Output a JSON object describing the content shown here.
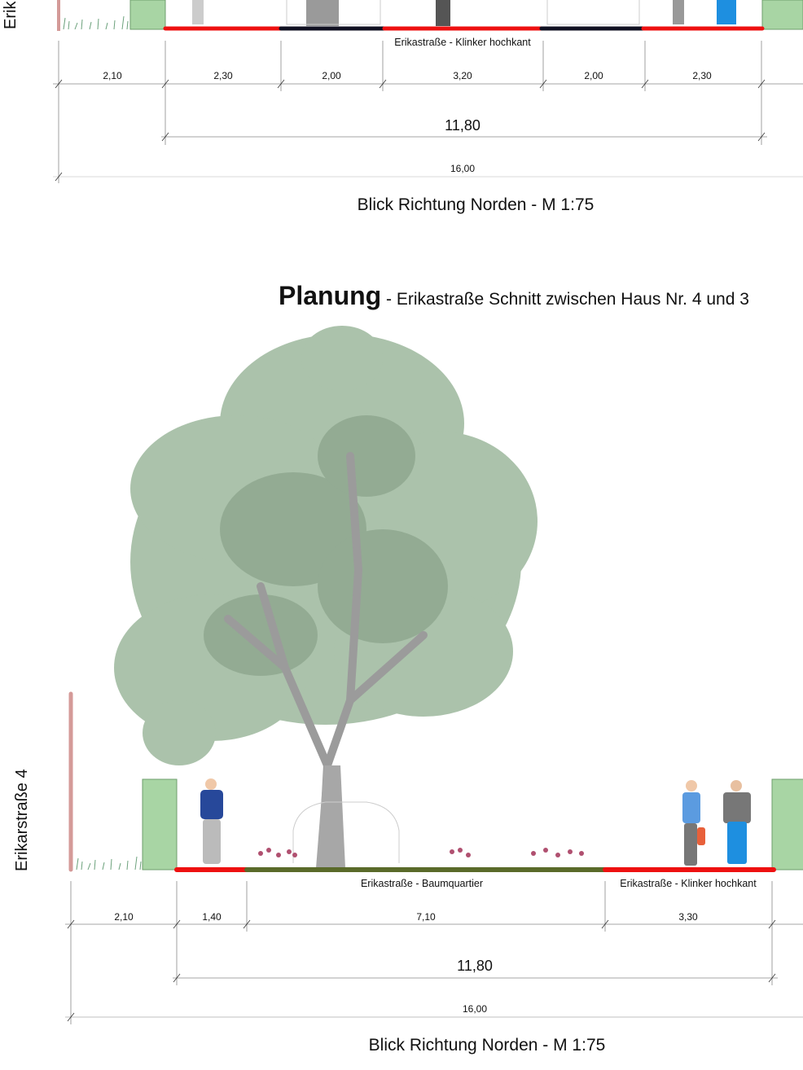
{
  "existing_section": {
    "side_label": "Erik",
    "surface_label": "Erikastraße - Klinker hochkant",
    "segment_dims": [
      "2,10",
      "2,30",
      "2,00",
      "3,20",
      "2,00",
      "2,30"
    ],
    "road_width": "11,80",
    "total_width": "16,00",
    "view_caption": "Blick Richtung Norden - M 1:75"
  },
  "planned_section": {
    "title_bold": "Planung",
    "title_rest": " - Erikastraße Schnitt zwischen Haus Nr. 4 und 3",
    "side_label": "Erikarstraße 4",
    "surface_labels": [
      "Erikastraße - Baumquartier",
      "Erikastraße - Klinker hochkant"
    ],
    "segment_dims": [
      "2,10",
      "1,40",
      "7,10",
      "3,30"
    ],
    "road_width": "11,80",
    "total_width": "16,00",
    "view_caption": "Blick Richtung Norden - M 1:75"
  },
  "colors": {
    "clinker": "#ee1111",
    "asphalt": "#111122",
    "planting": "#5a6a2a",
    "building": "#a8d5a4",
    "pole": "#d49a98",
    "tree": "#7e9a7e"
  }
}
